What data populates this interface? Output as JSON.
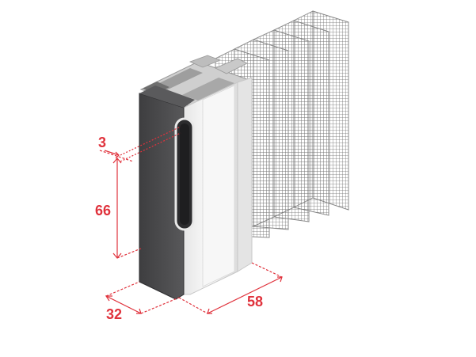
{
  "dimensions": {
    "thickness": "3",
    "height": "66",
    "depth": "32",
    "width": "58"
  },
  "colors": {
    "accent": "#e0323c",
    "profile_dark": "#4b4b4d",
    "profile_white": "#f2f2f2",
    "mesh": "#7a7a7a"
  }
}
